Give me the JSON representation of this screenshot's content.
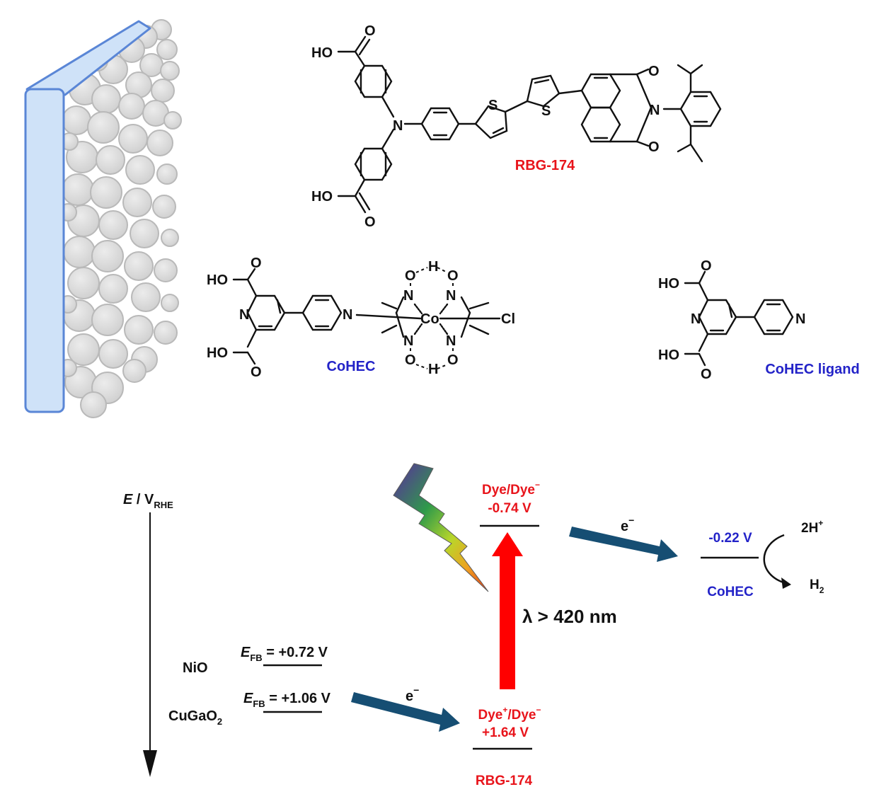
{
  "colors": {
    "red": "#e8141b",
    "blue": "#2323c8",
    "arrow_teal": "#164e73",
    "electrode_fill": "#cfe2f8",
    "electrode_stroke": "#5a86d6",
    "particle": "#d4d4d4"
  },
  "structures": {
    "rbg174": {
      "name": "RBG-174",
      "atoms": {
        "ho1": "HO",
        "ho2": "HO",
        "o1": "O",
        "o2": "O",
        "o3": "O",
        "o4": "O",
        "n": "N",
        "s1": "S",
        "s2": "S",
        "n_imide": "N"
      }
    },
    "cohec": {
      "name": "CoHEC",
      "atoms": {
        "ho1": "HO",
        "ho2": "HO",
        "o1": "O",
        "o2": "O",
        "n_py1": "N",
        "n_py2": "N",
        "co": "Co",
        "cl": "Cl",
        "o_tl": "O",
        "o_tr": "O",
        "o_bl": "O",
        "o_br": "O",
        "h_top": "H",
        "h_bot": "H",
        "n_tl": "N",
        "n_tr": "N",
        "n_bl": "N",
        "n_br": "N"
      }
    },
    "cohec_ligand": {
      "name": "CoHEC ligand",
      "atoms": {
        "ho1": "HO",
        "ho2": "HO",
        "o1": "O",
        "o2": "O",
        "n1": "N",
        "n2": "N"
      }
    }
  },
  "energy_diagram": {
    "axis_label_e": "E",
    "axis_label_sep": " / V",
    "axis_label_sub": "RHE",
    "nio": {
      "label": "NiO",
      "efb_e": "E",
      "efb_sub": "FB",
      "efb_value": " = +0.72 V"
    },
    "cugao2": {
      "label_main": "CuGaO",
      "label_sub": "2",
      "efb_e": "E",
      "efb_sub": "FB",
      "efb_value": " = +1.06 V"
    },
    "dye_reduced": {
      "line1": "Dye/Dye",
      "line1_sup": "−",
      "potential": "-0.74 V"
    },
    "dye_oxidized": {
      "line1": "Dye",
      "line1_sup1": "+",
      "line1_mid": "/Dye",
      "line1_sup2": "−",
      "potential": "+1.64 V",
      "name": "RBG-174"
    },
    "excitation": "λ > 420 nm",
    "electron_label_1": "e",
    "electron_label_2": "e",
    "electron_sup": "−",
    "cohec": {
      "potential": "-0.22 V",
      "name": "CoHEC"
    },
    "protons": "2H",
    "protons_sup": "+",
    "hydrogen": "H",
    "hydrogen_sub": "2"
  }
}
